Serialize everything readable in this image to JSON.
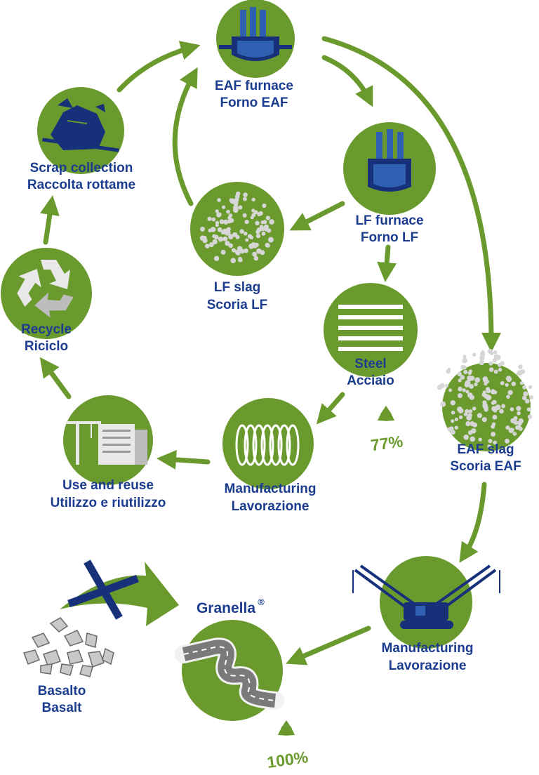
{
  "nodes": {
    "eaf_furnace": {
      "line1": "EAF furnace",
      "line2": "Forno EAF",
      "icon": "furnace-icon"
    },
    "lf_furnace": {
      "line1": "LF furnace",
      "line2": "Forno LF",
      "icon": "furnace-icon"
    },
    "lf_slag": {
      "line1": "LF slag",
      "line2": "Scoria LF",
      "icon": "slag-icon"
    },
    "steel": {
      "line1": "Steel",
      "line2": "Acciaio",
      "icon": "steel-bars-icon",
      "recycled_pct": "77%"
    },
    "eaf_slag": {
      "line1": "EAF slag",
      "line2": "Scoria EAF",
      "icon": "slag-icon"
    },
    "manufacturing_steel": {
      "line1": "Manufacturing",
      "line2": "Lavorazione",
      "icon": "coil-icon"
    },
    "use_reuse": {
      "line1": "Use and reuse",
      "line2": "Utilizzo e riutilizzo",
      "icon": "buildings-crane-icon"
    },
    "recycle": {
      "line1": "Recycle",
      "line2": "Riciclo",
      "icon": "recycle-icon"
    },
    "scrap": {
      "line1": "Scrap collection",
      "line2": "Raccolta rottame",
      "icon": "scrap-pile-icon"
    },
    "manufacturing_slag": {
      "line1": "Manufacturing",
      "line2": "Lavorazione",
      "icon": "crawler-crane-icon"
    },
    "granella": {
      "title": "Granella",
      "mark": "®",
      "icon": "road-icon",
      "recycled_pct": "100%"
    },
    "basalt": {
      "line1": "Basalto",
      "line2": "Basalt",
      "icon": "rocks-icon"
    }
  },
  "colors": {
    "green": "#6a9a2e",
    "navy": "#16307a",
    "blue": "#2f5fb0",
    "grey": "#d6d6d6"
  }
}
